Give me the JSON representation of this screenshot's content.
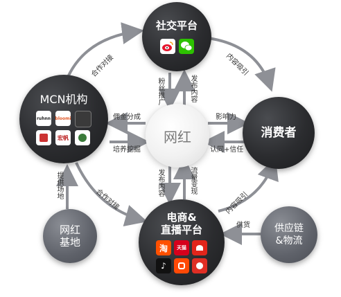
{
  "center": {
    "label": "网红"
  },
  "nodes": {
    "social": {
      "title": "社交平台"
    },
    "mcn": {
      "title": "MCN机构",
      "logos": [
        "ruhnn",
        "bloomi",
        "",
        "",
        "宏帆",
        ""
      ]
    },
    "consumer": {
      "title": "消费者"
    },
    "ecommerce": {
      "title_line1": "电商&",
      "title_line2": "直播平台",
      "logos": [
        "淘",
        "天猫",
        "",
        "",
        "",
        ""
      ]
    },
    "base": {
      "title_line1": "网红",
      "title_line2": "基地"
    },
    "supply": {
      "title_line1": "供应链",
      "title_line2": "&物流"
    }
  },
  "edges": {
    "mcn_social": "合作对接",
    "social_consumer": "内容吸引",
    "social_center_down": "粉丝推广",
    "social_center_up": "发布内容",
    "mcn_center_top": "佣金分成",
    "mcn_center_bottom": "培养挖掘",
    "center_consumer_top": "影响力",
    "center_consumer_bottom": "认同+信任",
    "center_ecom_left": "发布内容",
    "center_ecom_right": "流量变现",
    "base_mcn": "提供场地",
    "mcn_ecom": "合作对接",
    "ecom_consumer": "内容吸引",
    "supply_ecom": "供货"
  },
  "colors": {
    "dark": "#2b2c2f",
    "grey": "#5f626a",
    "arrow": "#8e9096",
    "text": "#333333"
  }
}
